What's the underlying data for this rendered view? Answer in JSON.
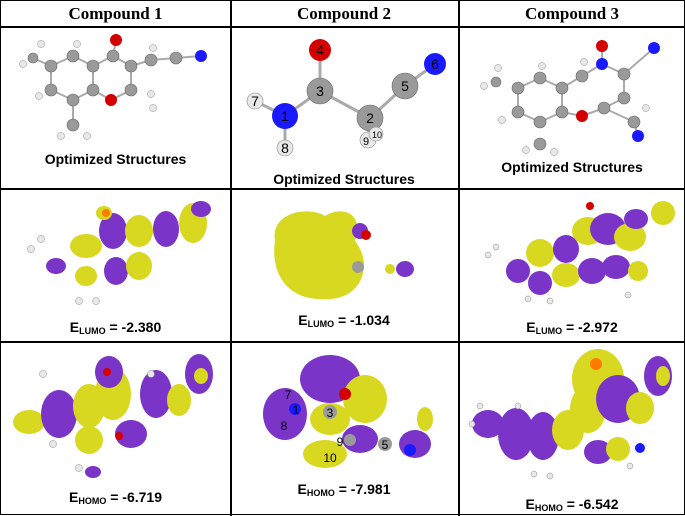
{
  "headers": [
    "Compound 1",
    "Compound 2",
    "Compound 3"
  ],
  "row1": {
    "captions": [
      "Optimized Structures",
      "Optimized Structures",
      "Optimized Structures"
    ]
  },
  "row2": {
    "label_prefix": "E",
    "label_sub": "LUMO",
    "values": [
      "= -2.380",
      "= -1.034",
      "= -2.972"
    ]
  },
  "row3": {
    "label_prefix": "E",
    "label_sub": "HOMO",
    "values": [
      "= -6.719",
      "= -7.981",
      "= -6.542"
    ]
  },
  "compound2_atoms": {
    "n1": "1",
    "c2": "2",
    "c3": "3",
    "o4": "4",
    "c5": "5",
    "n6": "6",
    "h7": "7",
    "h8": "8",
    "h9": "9",
    "h10": "10"
  },
  "colors": {
    "carbon": "#9a9a9a",
    "oxygen": "#d40000",
    "nitrogen": "#1a1aff",
    "hydrogen": "#e8e8e8",
    "orbital_positive": "#d8d820",
    "orbital_negative": "#7a35c8"
  }
}
